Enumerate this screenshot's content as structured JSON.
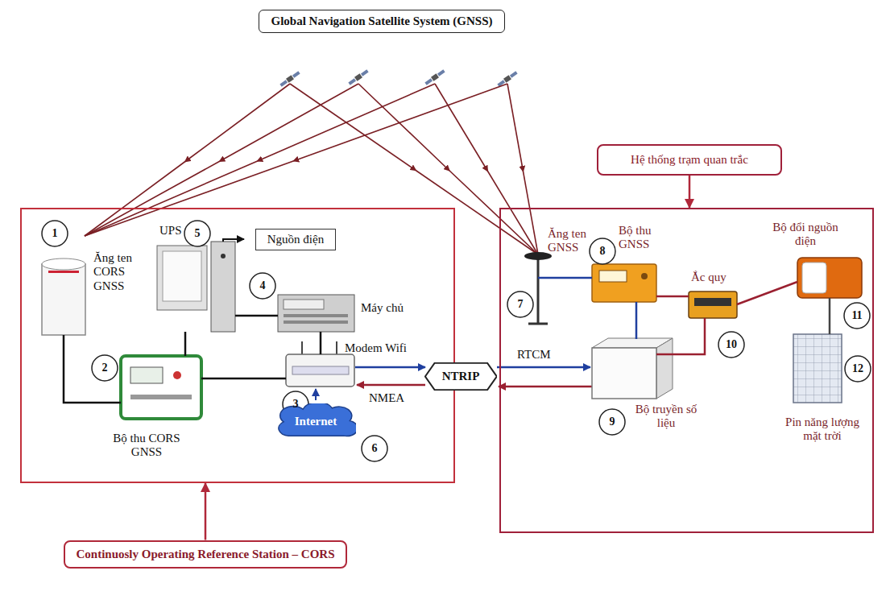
{
  "diagram": {
    "nodes": [
      {
        "text": [
          "Global Navigation Satellite System (GNSS)"
        ]
      },
      {
        "text": []
      },
      {
        "text": [
          "Nguồn điện"
        ],
        "in": 1
      },
      {
        "text": [
          "Internet"
        ],
        "in": 1
      },
      {
        "text": [
          "Continuosly Operating Reference Station – CORS"
        ]
      },
      {
        "text": [
          "NTRIP"
        ]
      },
      {
        "text": [
          "Hệ thống trạm quan trắc"
        ]
      },
      {
        "text": []
      }
    ],
    "edges": [
      {
        "from": 4,
        "to": 1,
        "arrow": "to"
      },
      {
        "from": 6,
        "to": 7,
        "arrow": "to"
      }
    ],
    "labels": [
      "1",
      "Ăng ten CORS GNSS",
      "UPS",
      "5",
      "Máy chủ",
      "4",
      "Modem Wifi",
      "2",
      "Bộ thu CORS GNSS",
      "3",
      "6",
      "RTCM",
      "NMEA",
      "Ăng ten GNSS",
      "7",
      "Bộ thu GNSS",
      "8",
      "Ắc quy",
      "10",
      "Bộ đổi nguồn điện",
      "11",
      "Bộ truyền số liệu",
      "9",
      "Pin năng lượng mặt trời",
      "12"
    ]
  }
}
